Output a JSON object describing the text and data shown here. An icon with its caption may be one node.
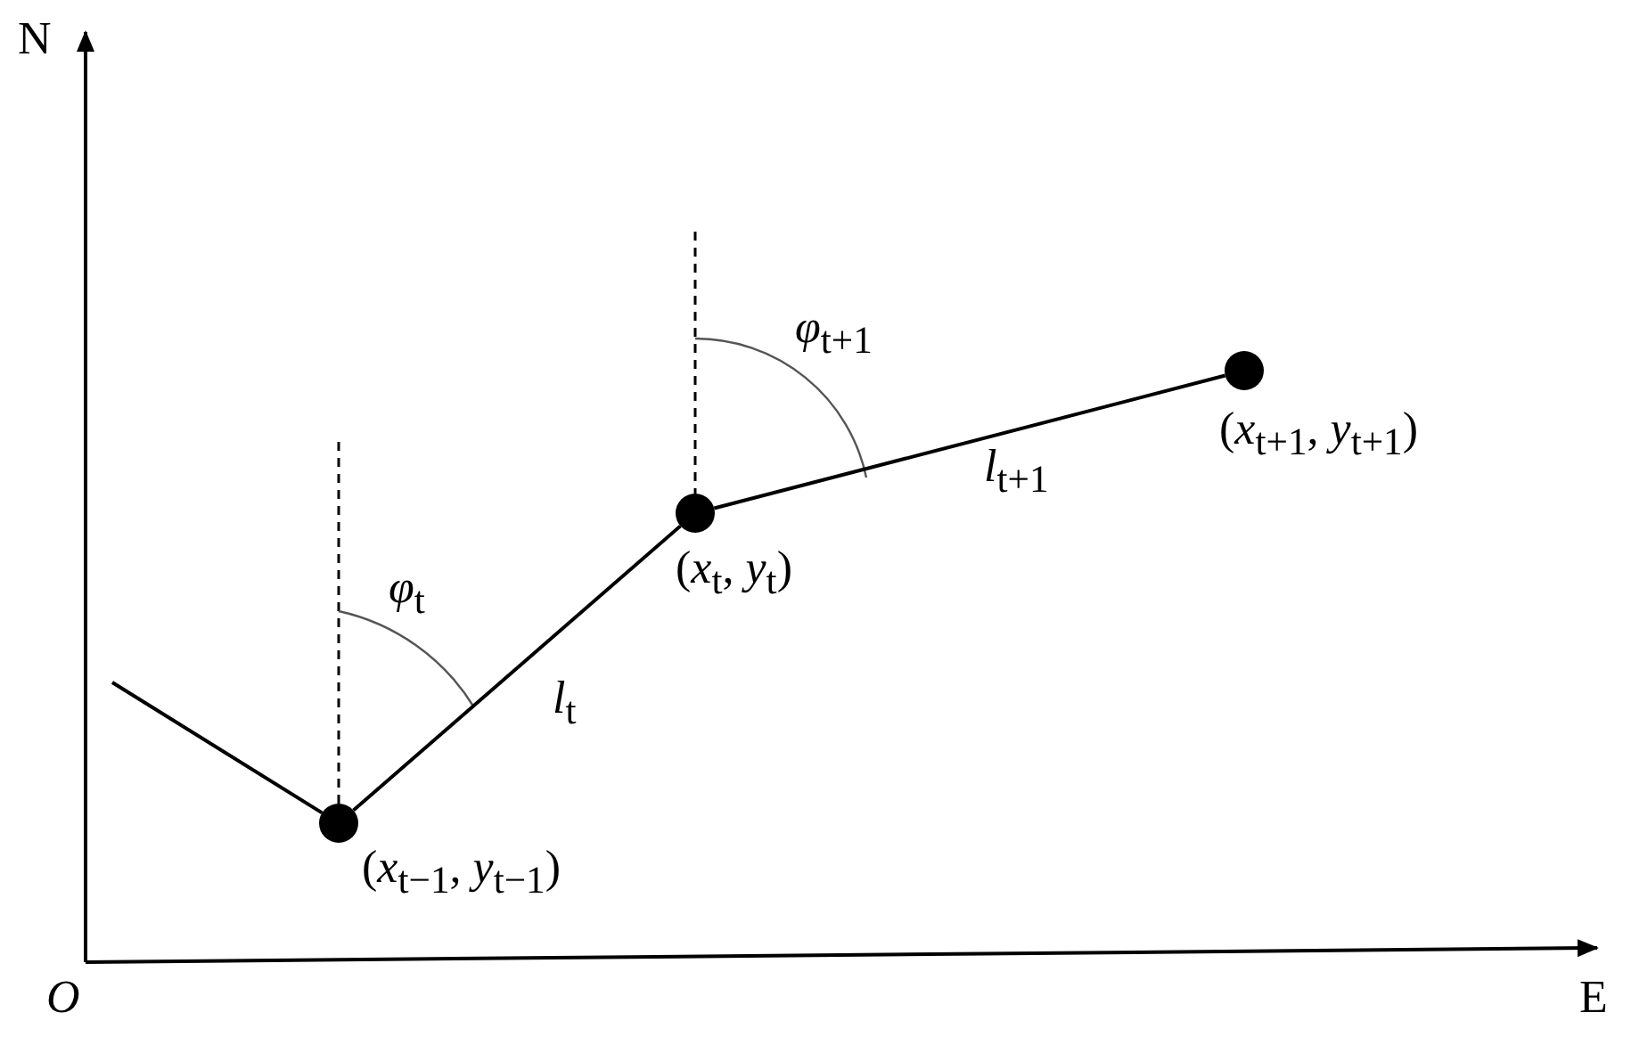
{
  "diagram": {
    "nodes": [
      {
        "text": [],
        "shape": "circle",
        "beside": [
          "(*x*$_{t−1}$, *y*$_{t−1}$)"
        ]
      },
      {
        "text": [],
        "shape": "circle",
        "beside": [
          "(*x*$_{t}$, *y*$_{t}$)"
        ]
      },
      {
        "text": [],
        "shape": "circle",
        "beside": [
          "(*x*$_{t+1}$, *y*$_{t+1}$)"
        ]
      }
    ],
    "edges": [
      {
        "from": null,
        "to": 0,
        "arrow": "none"
      },
      {
        "from": 0,
        "to": 1,
        "arrow": "none",
        "label": "*l*$_{t}$"
      },
      {
        "from": 1,
        "to": 2,
        "arrow": "none",
        "label": "*l*$_{t+1}$"
      }
    ],
    "labels": [
      "N",
      "*φ*$_{t+1}$",
      "*φ*$_{t}$",
      "*O*",
      "E"
    ]
  }
}
